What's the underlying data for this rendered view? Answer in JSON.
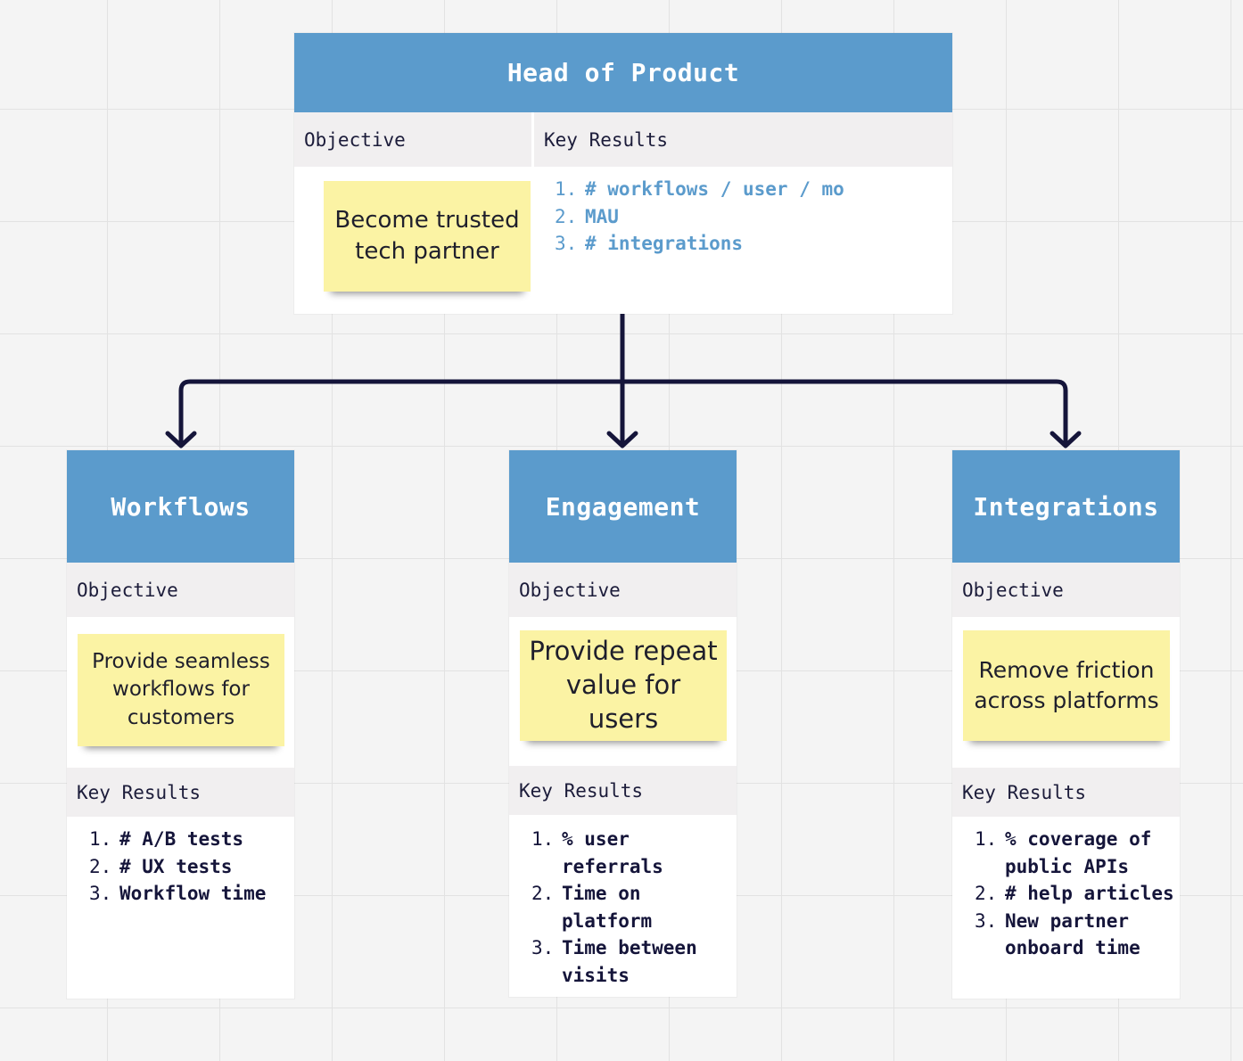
{
  "head": {
    "title": "Head of Product",
    "objective_label": "Objective",
    "key_results_label": "Key Results",
    "objective": "Become trusted tech partner",
    "key_results": [
      "# workflows / user / mo",
      "MAU",
      "# integrations"
    ]
  },
  "teams": [
    {
      "title": "Workflows",
      "objective_label": "Objective",
      "objective": "Provide seamless workflows for customers",
      "key_results_label": "Key Results",
      "key_results": [
        "# A/B tests",
        "# UX tests",
        "Workflow time"
      ]
    },
    {
      "title": "Engagement",
      "objective_label": "Objective",
      "objective": "Provide repeat value for users",
      "key_results_label": "Key Results",
      "key_results": [
        "% user referrals",
        "Time on platform",
        "Time between visits"
      ]
    },
    {
      "title": "Integrations",
      "objective_label": "Objective",
      "objective": "Remove friction across platforms",
      "key_results_label": "Key Results",
      "key_results": [
        "% coverage of public APIs",
        "# help articles",
        "New partner onboard time"
      ]
    }
  ],
  "colors": {
    "header": "#5b9bcc",
    "sticky": "#fbf3a4",
    "label_row": "#f1eff0",
    "connector": "#15153a"
  }
}
